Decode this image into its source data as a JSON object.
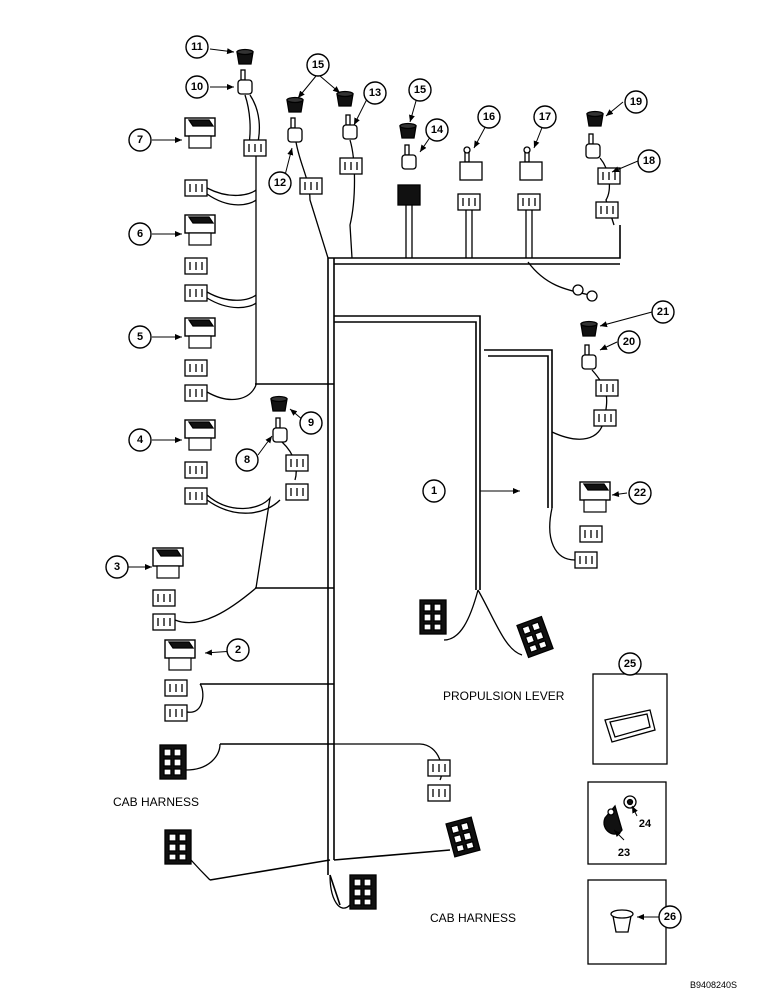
{
  "labels": {
    "propulsion_lever": "PROPULSION LEVER",
    "cab_harness_1": "CAB HARNESS",
    "cab_harness_2": "CAB HARNESS",
    "drawing_code": "B9408240S"
  },
  "callouts": {
    "c1": "1",
    "c2": "2",
    "c3": "3",
    "c4": "4",
    "c5": "5",
    "c6": "6",
    "c7": "7",
    "c8": "8",
    "c9": "9",
    "c10": "10",
    "c11": "11",
    "c12": "12",
    "c13": "13",
    "c14": "14",
    "c15a": "15",
    "c15b": "15",
    "c16": "16",
    "c17": "17",
    "c18": "18",
    "c19": "19",
    "c20": "20",
    "c21": "21",
    "c22": "22",
    "c23": "23",
    "c24": "24",
    "c25": "25",
    "c26": "26"
  }
}
